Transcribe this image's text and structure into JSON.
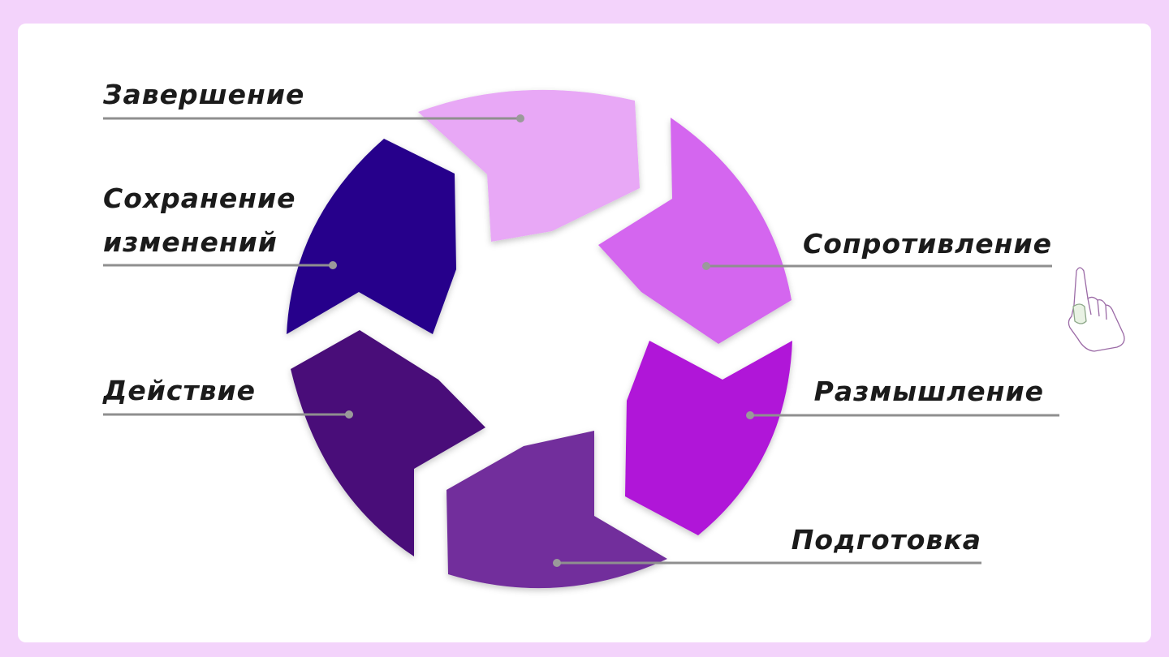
{
  "diagram": {
    "type": "cycle",
    "stages": [
      {
        "id": "completion",
        "label_lines": [
          "Завершение"
        ],
        "color": "#e8a8f6"
      },
      {
        "id": "resistance",
        "label_lines": [
          "Сопротивление"
        ],
        "color": "#d466ef"
      },
      {
        "id": "reflection",
        "label_lines": [
          "Размышление"
        ],
        "color": "#b012d8"
      },
      {
        "id": "preparation",
        "label_lines": [
          "Подготовка"
        ],
        "color": "#722f9c"
      },
      {
        "id": "action",
        "label_lines": [
          "Действие"
        ],
        "color": "#481179"
      },
      {
        "id": "saving",
        "label_lines": [
          "Сохранение",
          "изменений"
        ],
        "color": "#25068b"
      }
    ]
  },
  "icons": {
    "cursor": "pointing-hand-icon"
  },
  "colors": {
    "page_background": "#f3d3fb",
    "card_background": "#ffffff",
    "leader_line": "#8f8f8f"
  }
}
